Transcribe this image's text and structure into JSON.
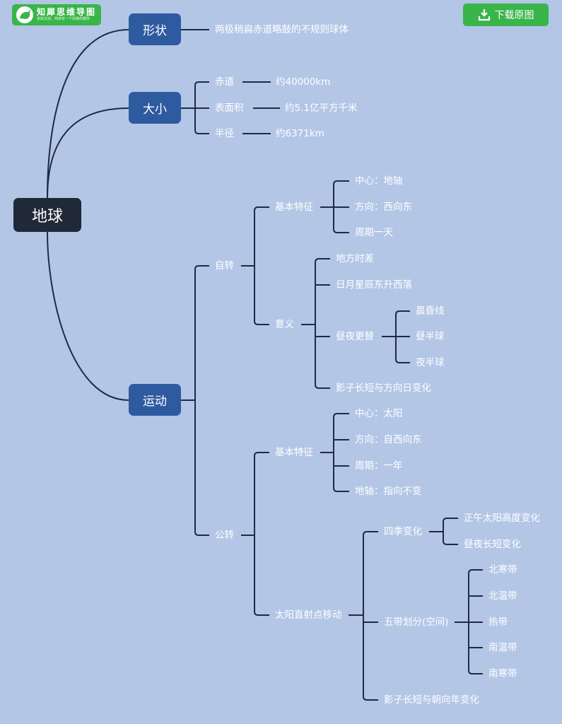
{
  "logo": {
    "name": "知犀思维导图",
    "slogan": "高效沉淀，简单有一个思维的模样"
  },
  "download_label": "下载原图",
  "mindmap": {
    "root": "地球",
    "shape": {
      "label": "形状",
      "desc": "两极稍扁赤道略鼓的不规则球体"
    },
    "size": {
      "label": "大小",
      "items": [
        {
          "k": "赤道",
          "v": "约40000km"
        },
        {
          "k": "表面积",
          "v": "约5.1亿平方千米"
        },
        {
          "k": "半径",
          "v": "约6371km"
        }
      ]
    },
    "motion": {
      "label": "运动",
      "rotation": {
        "label": "自转",
        "basic": {
          "label": "基本特征",
          "items": [
            "中心：地轴",
            "方向：西向东",
            "周期一天"
          ]
        },
        "meaning": {
          "label": "意义",
          "items": [
            "地方时差",
            "日月星辰东升西落",
            "昼夜更替",
            "影子长短与方向日变化"
          ],
          "daynight": [
            "晨昏线",
            "昼半球",
            "夜半球"
          ]
        }
      },
      "revolution": {
        "label": "公转",
        "basic": {
          "label": "基本特征",
          "items": [
            "中心：太阳",
            "方向：自西向东",
            "周期：一年",
            "地轴：指向不变"
          ]
        },
        "move": {
          "label": "太阳直射点移动",
          "seasons": {
            "label": "四季变化",
            "items": [
              "正午太阳高度变化",
              "昼夜长短变化"
            ]
          },
          "zones": {
            "label": "五带划分(空间)",
            "items": [
              "北寒带",
              "北温带",
              "热带",
              "南温带",
              "南寒带"
            ]
          },
          "shadow": "影子长短与朝向年变化"
        }
      }
    }
  }
}
